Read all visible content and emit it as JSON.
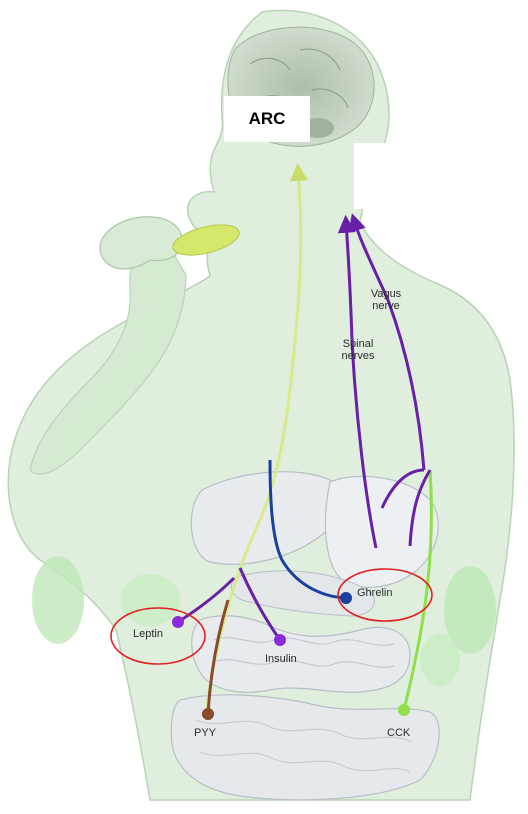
{
  "diagram": {
    "region_label": "ARC",
    "nerves": {
      "vagus_line1": "Vagus",
      "vagus_line2": "nerve",
      "spinal_line1": "Spinal",
      "spinal_line2": "nerves"
    },
    "hormones": {
      "ghrelin": "Ghrelin",
      "leptin": "Leptin",
      "insulin": "Insulin",
      "pyy": "PYY",
      "cck": "CCK"
    },
    "colors": {
      "body_fill": "#dfeedd",
      "body_stroke": "#b9d3b6",
      "organ_fill": "#e9ecef",
      "organ_stroke": "#b7bec6",
      "brain_fill": "#cfd8cc",
      "fat_fill": "#bfe8b8",
      "food_fill": "#d6e86b",
      "purple_path": "#6a1fa8",
      "blue_path": "#1a3fa0",
      "yellow_green_path": "#d8ea8a",
      "pyy_path": "#8a4a2c",
      "cck_path": "#8ee04a",
      "highlight_ring": "#e02020"
    }
  }
}
